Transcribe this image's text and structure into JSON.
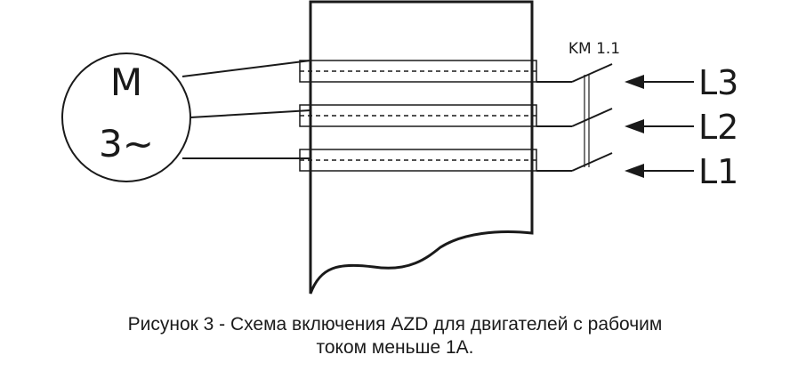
{
  "diagram": {
    "motor": {
      "line1": "M",
      "line2": "3~"
    },
    "contactor_label": "KM 1.1",
    "phases": [
      "L3",
      "L2",
      "L1"
    ],
    "colors": {
      "stroke": "#1a1a1a",
      "background": "#ffffff"
    }
  },
  "caption": {
    "line1": "Рисунок 3 - Схема включения AZD для двигателей с рабочим",
    "line2": "током меньше 1А."
  }
}
